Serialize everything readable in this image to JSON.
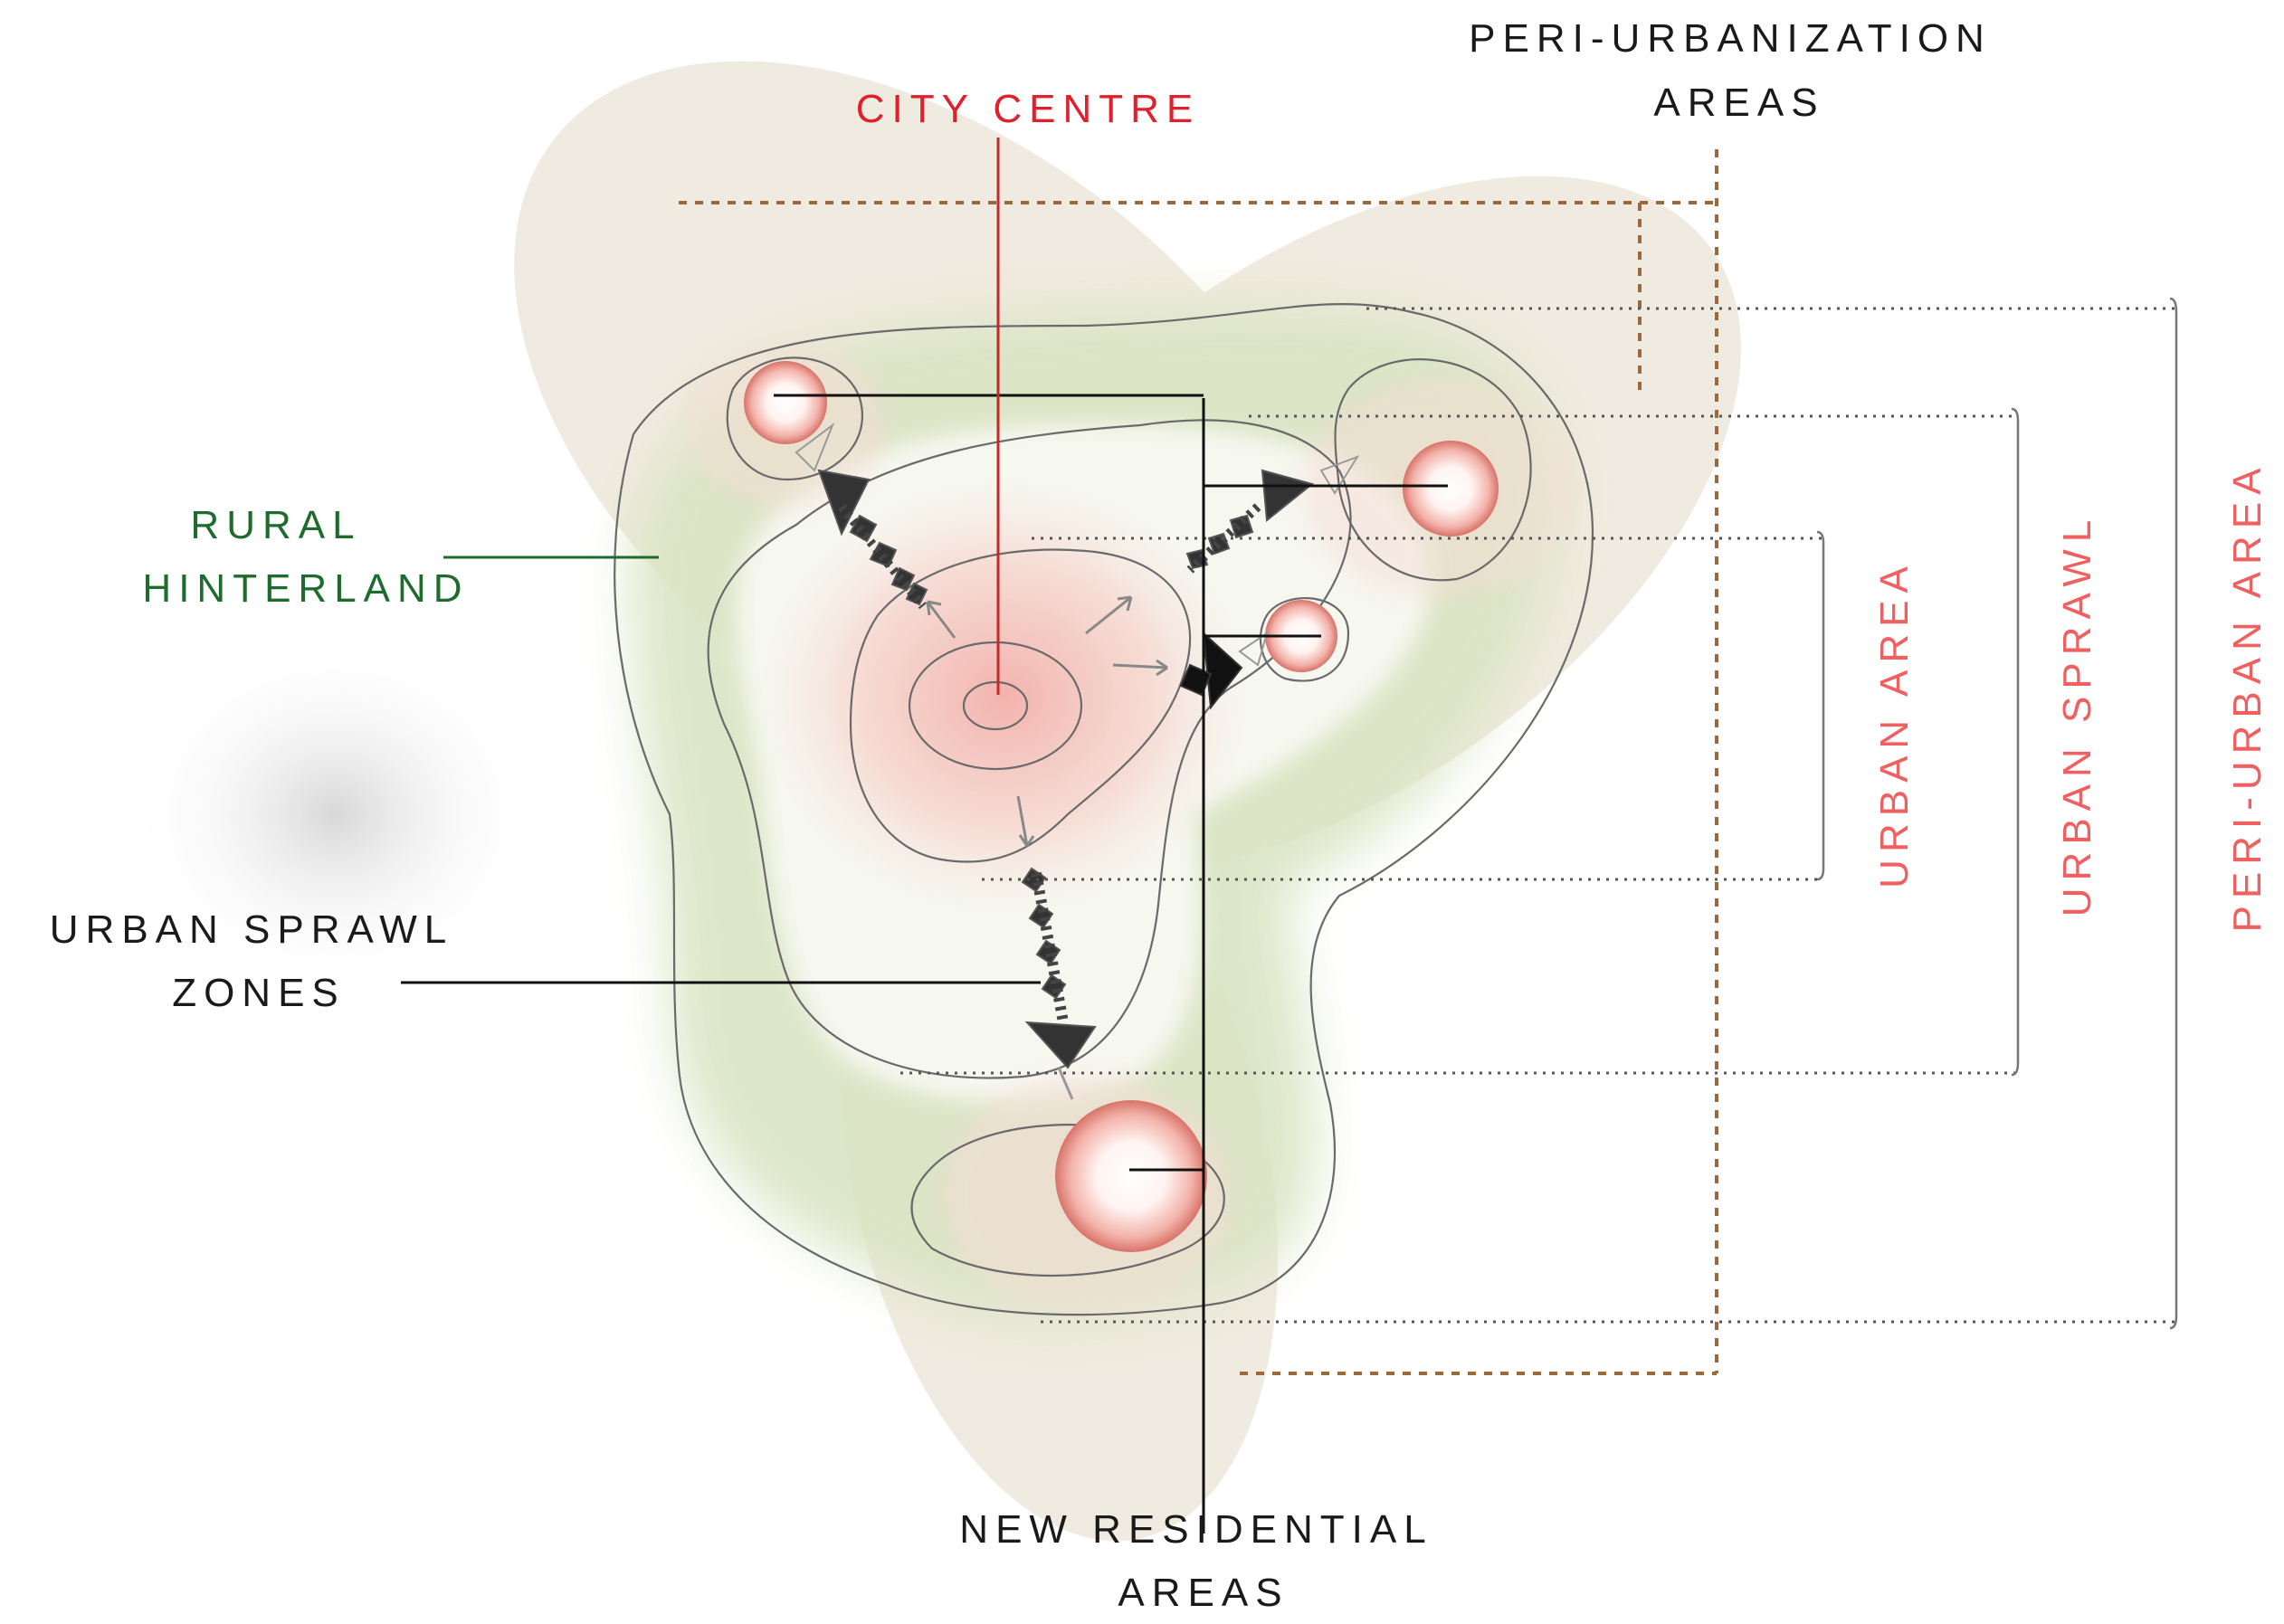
{
  "labels": {
    "peri_urbanization_line1": "PERI-URBANIZATION",
    "peri_urbanization_line2": "AREAS",
    "city_centre": "CITY CENTRE",
    "rural_line1": "RURAL",
    "rural_line2": "HINTERLAND",
    "sprawl_zones_line1": "URBAN SPRAWL",
    "sprawl_zones_line2": "ZONES",
    "new_res_line1": "NEW RESIDENTIAL",
    "new_res_line2": "AREAS",
    "urban_area": "URBAN AREA",
    "urban_sprawl": "URBAN SPRAWL",
    "peri_urban_area": "PERI-URBAN AREA"
  },
  "colors": {
    "city_centre": "#e0202a",
    "scale_labels": "#f06060",
    "rural": "#1e6b2e",
    "peri_urbanization_dash": "#9a6a3e",
    "text_dark": "#1a1a1a"
  }
}
